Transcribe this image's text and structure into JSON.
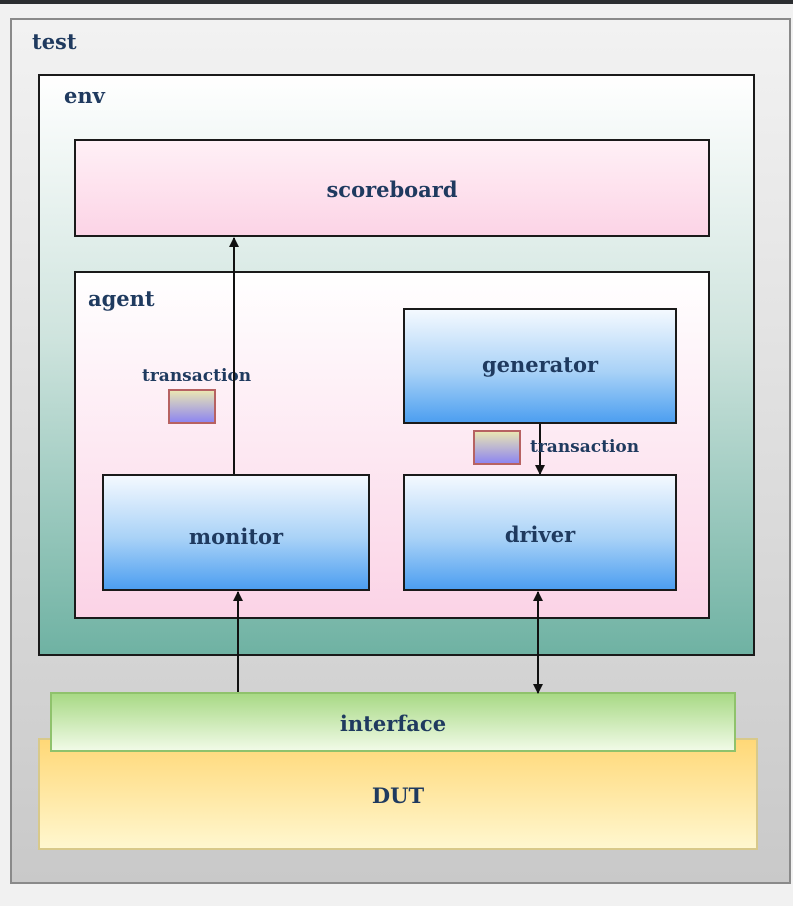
{
  "diagram": {
    "test": "test",
    "env": "env",
    "scoreboard": "scoreboard",
    "agent": "agent",
    "generator": "generator",
    "monitor": "monitor",
    "driver": "driver",
    "transaction_left": "transaction",
    "transaction_right": "transaction",
    "interface": "interface",
    "dut": "DUT"
  },
  "colors": {
    "label_text": "#1f3a5f",
    "env_fill_bottom": "#6fb2a3",
    "component_fill_bottom": "#4d9ff0",
    "scoreboard_fill": "#fcd4e6",
    "interface_fill": "#a8d985",
    "dut_fill": "#ffd877"
  }
}
